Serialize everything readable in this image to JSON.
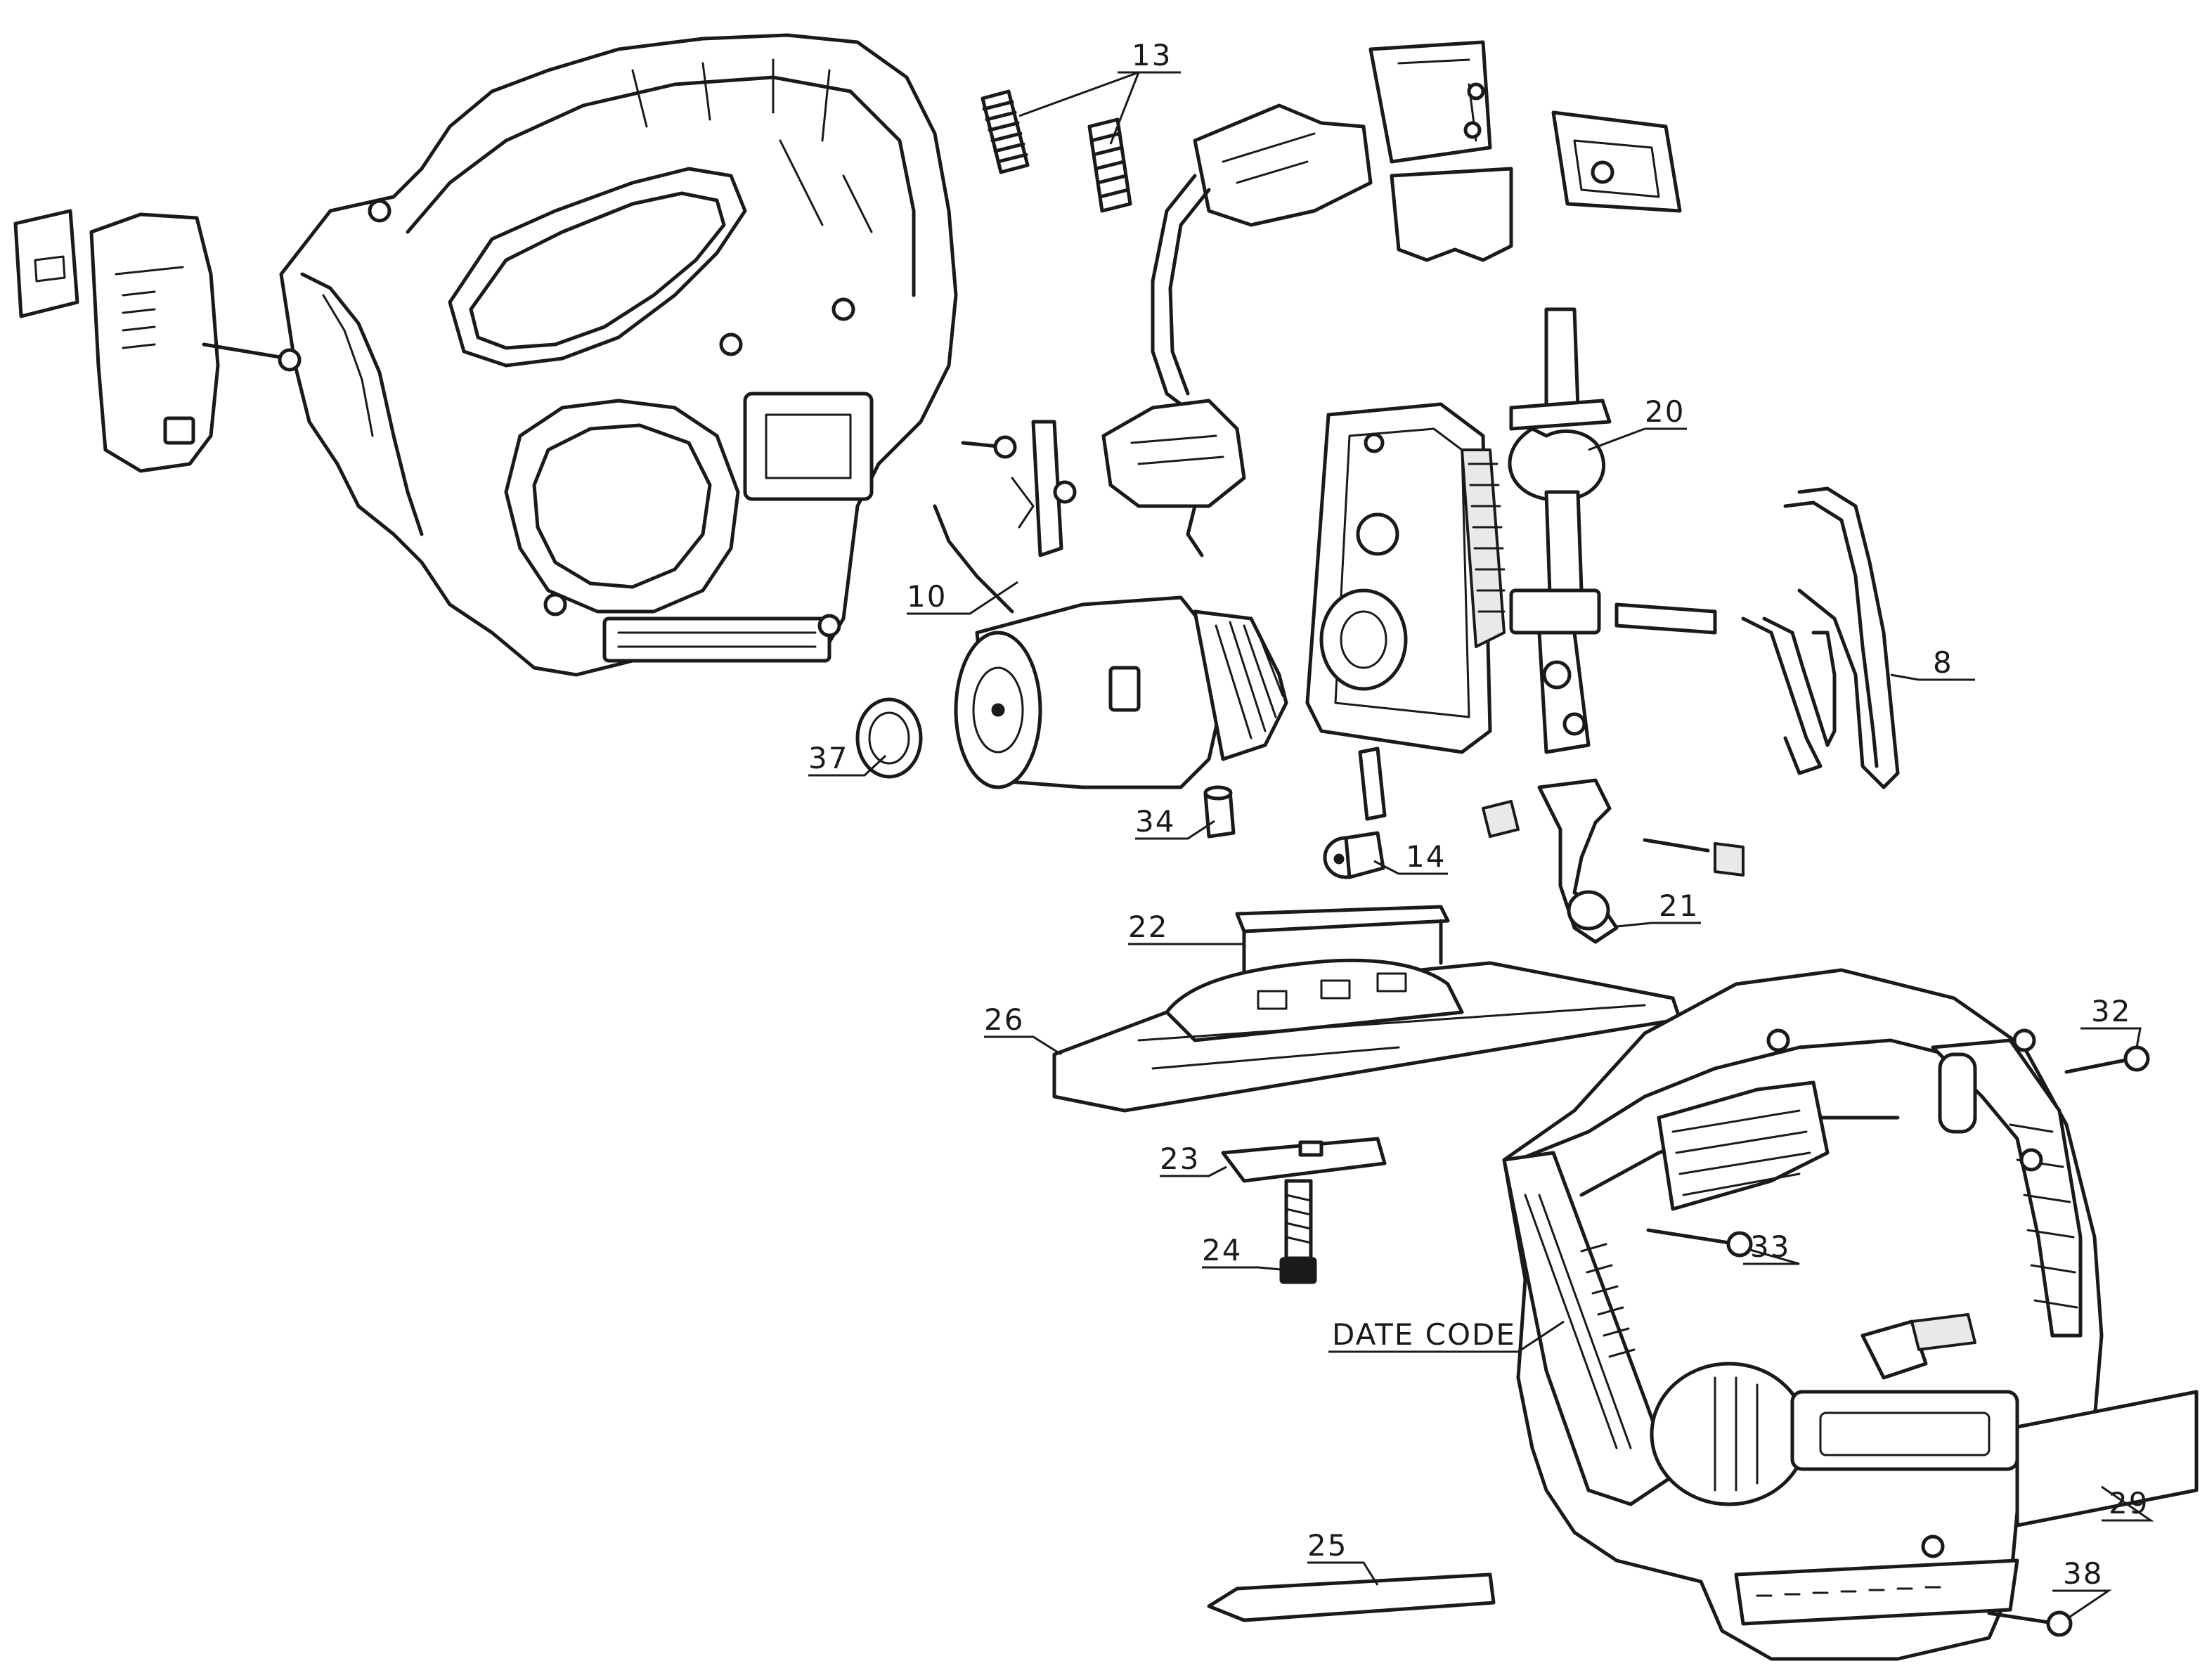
{
  "callouts": {
    "c8": "8",
    "c10": "10",
    "c13": "13",
    "c14": "14",
    "c20": "20",
    "c21": "21",
    "c22": "22",
    "c23": "23",
    "c24": "24",
    "c25": "25",
    "c26": "26",
    "c29": "29",
    "c32": "32",
    "c33": "33",
    "c34": "34",
    "c37": "37",
    "c38": "38",
    "date_code": "DATE CODE"
  }
}
